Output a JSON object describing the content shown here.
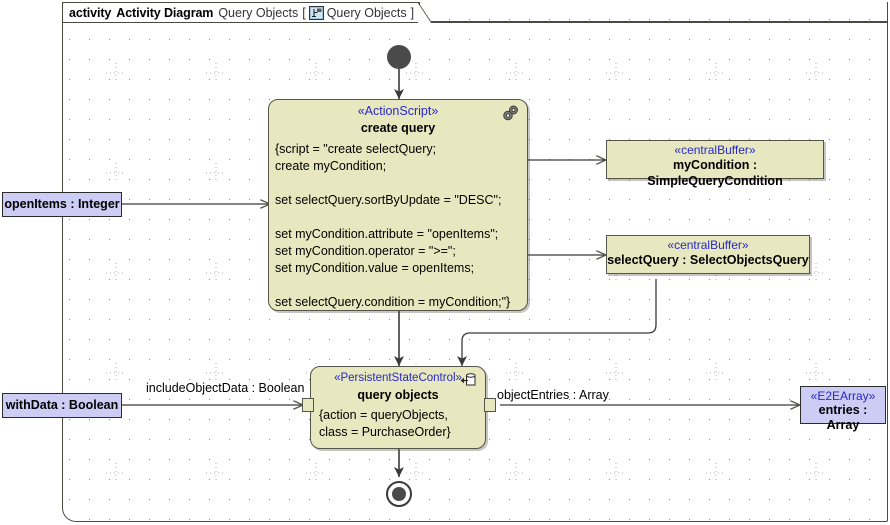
{
  "frame": {
    "keyword": "activity",
    "type_label": "Activity Diagram",
    "name": "Query Objects",
    "open_bracket": "[",
    "close_bracket": "]",
    "tab_icon": "activity-diagram-icon",
    "tab_label": "Query Objects"
  },
  "nodes": {
    "initial": {
      "name": "initial-node"
    },
    "final": {
      "name": "activity-final-node"
    },
    "create_query": {
      "stereotype": "«ActionScript»",
      "title": "create query",
      "icon": "gears-icon",
      "body": "{script = \"create selectQuery;\ncreate myCondition;\n\nset selectQuery.sortByUpdate = \"DESC\";\n\nset myCondition.attribute = \"openItems\";\nset myCondition.operator = \">=\";\nset myCondition.value = openItems;\n\nset selectQuery.condition = myCondition;\"}"
    },
    "query_objects": {
      "stereotype": "«PersistentStateControl»",
      "title": "query objects",
      "icon": "persistent-state-icon",
      "body": "{action = queryObjects,\nclass = PurchaseOrder}"
    },
    "my_condition_buffer": {
      "stereotype": "«centralBuffer»",
      "title": "myCondition : SimpleQueryCondition"
    },
    "select_query_buffer": {
      "stereotype": "«centralBuffer»",
      "title": "selectQuery : SelectObjectsQuery"
    },
    "open_items_param": {
      "title": "openItems : Integer"
    },
    "with_data_param": {
      "title": "withData : Boolean"
    },
    "entries_param": {
      "stereotype": "«E2EArray»",
      "title": "entries : Array"
    }
  },
  "edge_labels": {
    "include_object_data": "includeObjectData : Boolean",
    "object_entries": "objectEntries : Array"
  },
  "colors": {
    "node_fill": "#e8e8c0",
    "node_border": "#55554a",
    "param_fill": "#ccccf5",
    "param_border": "#2b2b2b",
    "stereotype_text": "#2828c8",
    "edge": "#2b2b2b",
    "frame_border": "#4a4a42",
    "grid_dot": "#8a8a84",
    "background": "#ffffff"
  }
}
